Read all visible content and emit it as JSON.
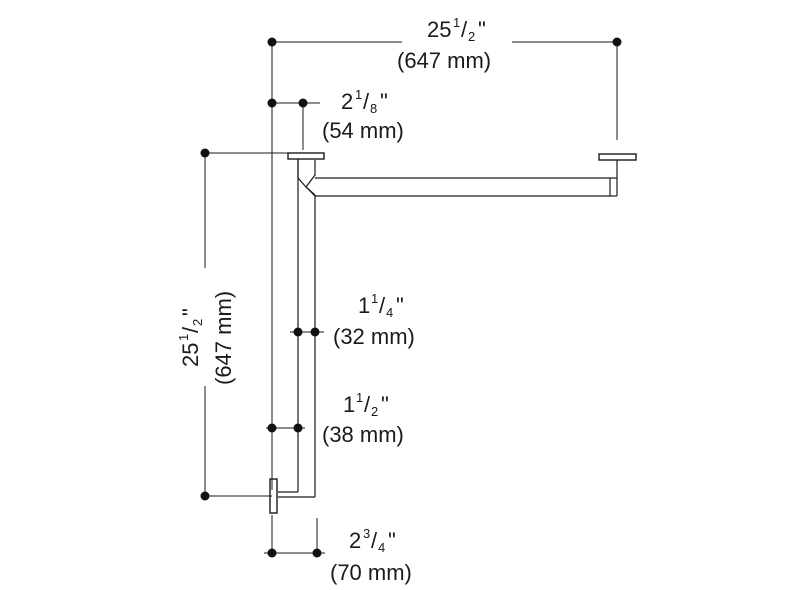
{
  "dimensions": {
    "overall_width": {
      "whole": "25",
      "num": "1",
      "den": "2",
      "mark": "\"",
      "metric": "(647 mm)"
    },
    "flange_width": {
      "whole": "2",
      "num": "1",
      "den": "8",
      "mark": "\"",
      "metric": "(54 mm)"
    },
    "overall_height": {
      "whole": "25",
      "num": "1",
      "den": "2",
      "mark": "\"",
      "metric": "(647 mm)"
    },
    "tube_diameter": {
      "whole": "1",
      "num": "1",
      "den": "4",
      "mark": "\"",
      "metric": "(32 mm)"
    },
    "wall_clearance": {
      "whole": "1",
      "num": "1",
      "den": "2",
      "mark": "\"",
      "metric": "(38 mm)"
    },
    "base_offset": {
      "whole": "2",
      "num": "3",
      "den": "4",
      "mark": "\"",
      "metric": "(70 mm)"
    }
  }
}
